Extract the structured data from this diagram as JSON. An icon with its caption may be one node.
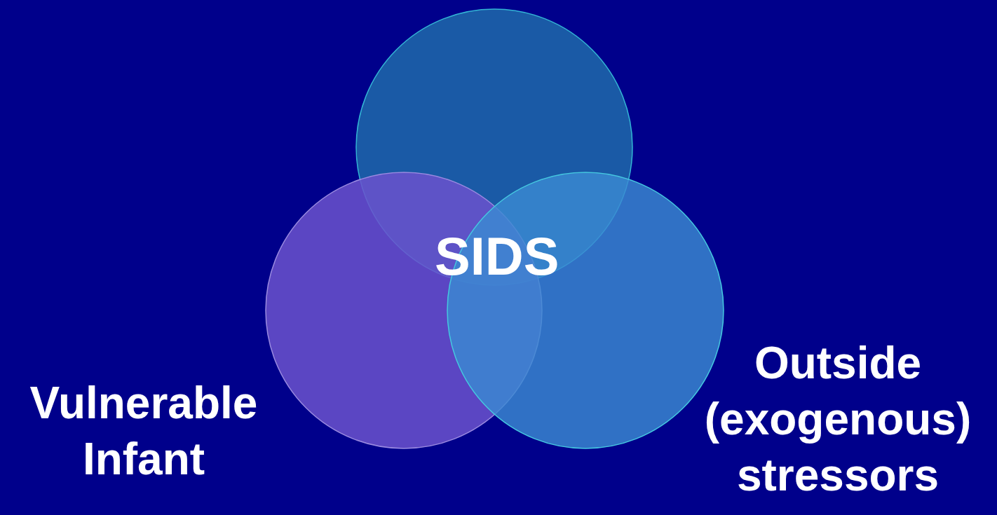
{
  "diagram": {
    "nodes": [
      {
        "text": [],
        "shape": "circle"
      },
      {
        "text": [
          "Vulnerable Infant"
        ]
      },
      {
        "text": [
          "Outside (exogenous) stressors"
        ]
      }
    ],
    "labels": [
      "SIDS"
    ]
  }
}
